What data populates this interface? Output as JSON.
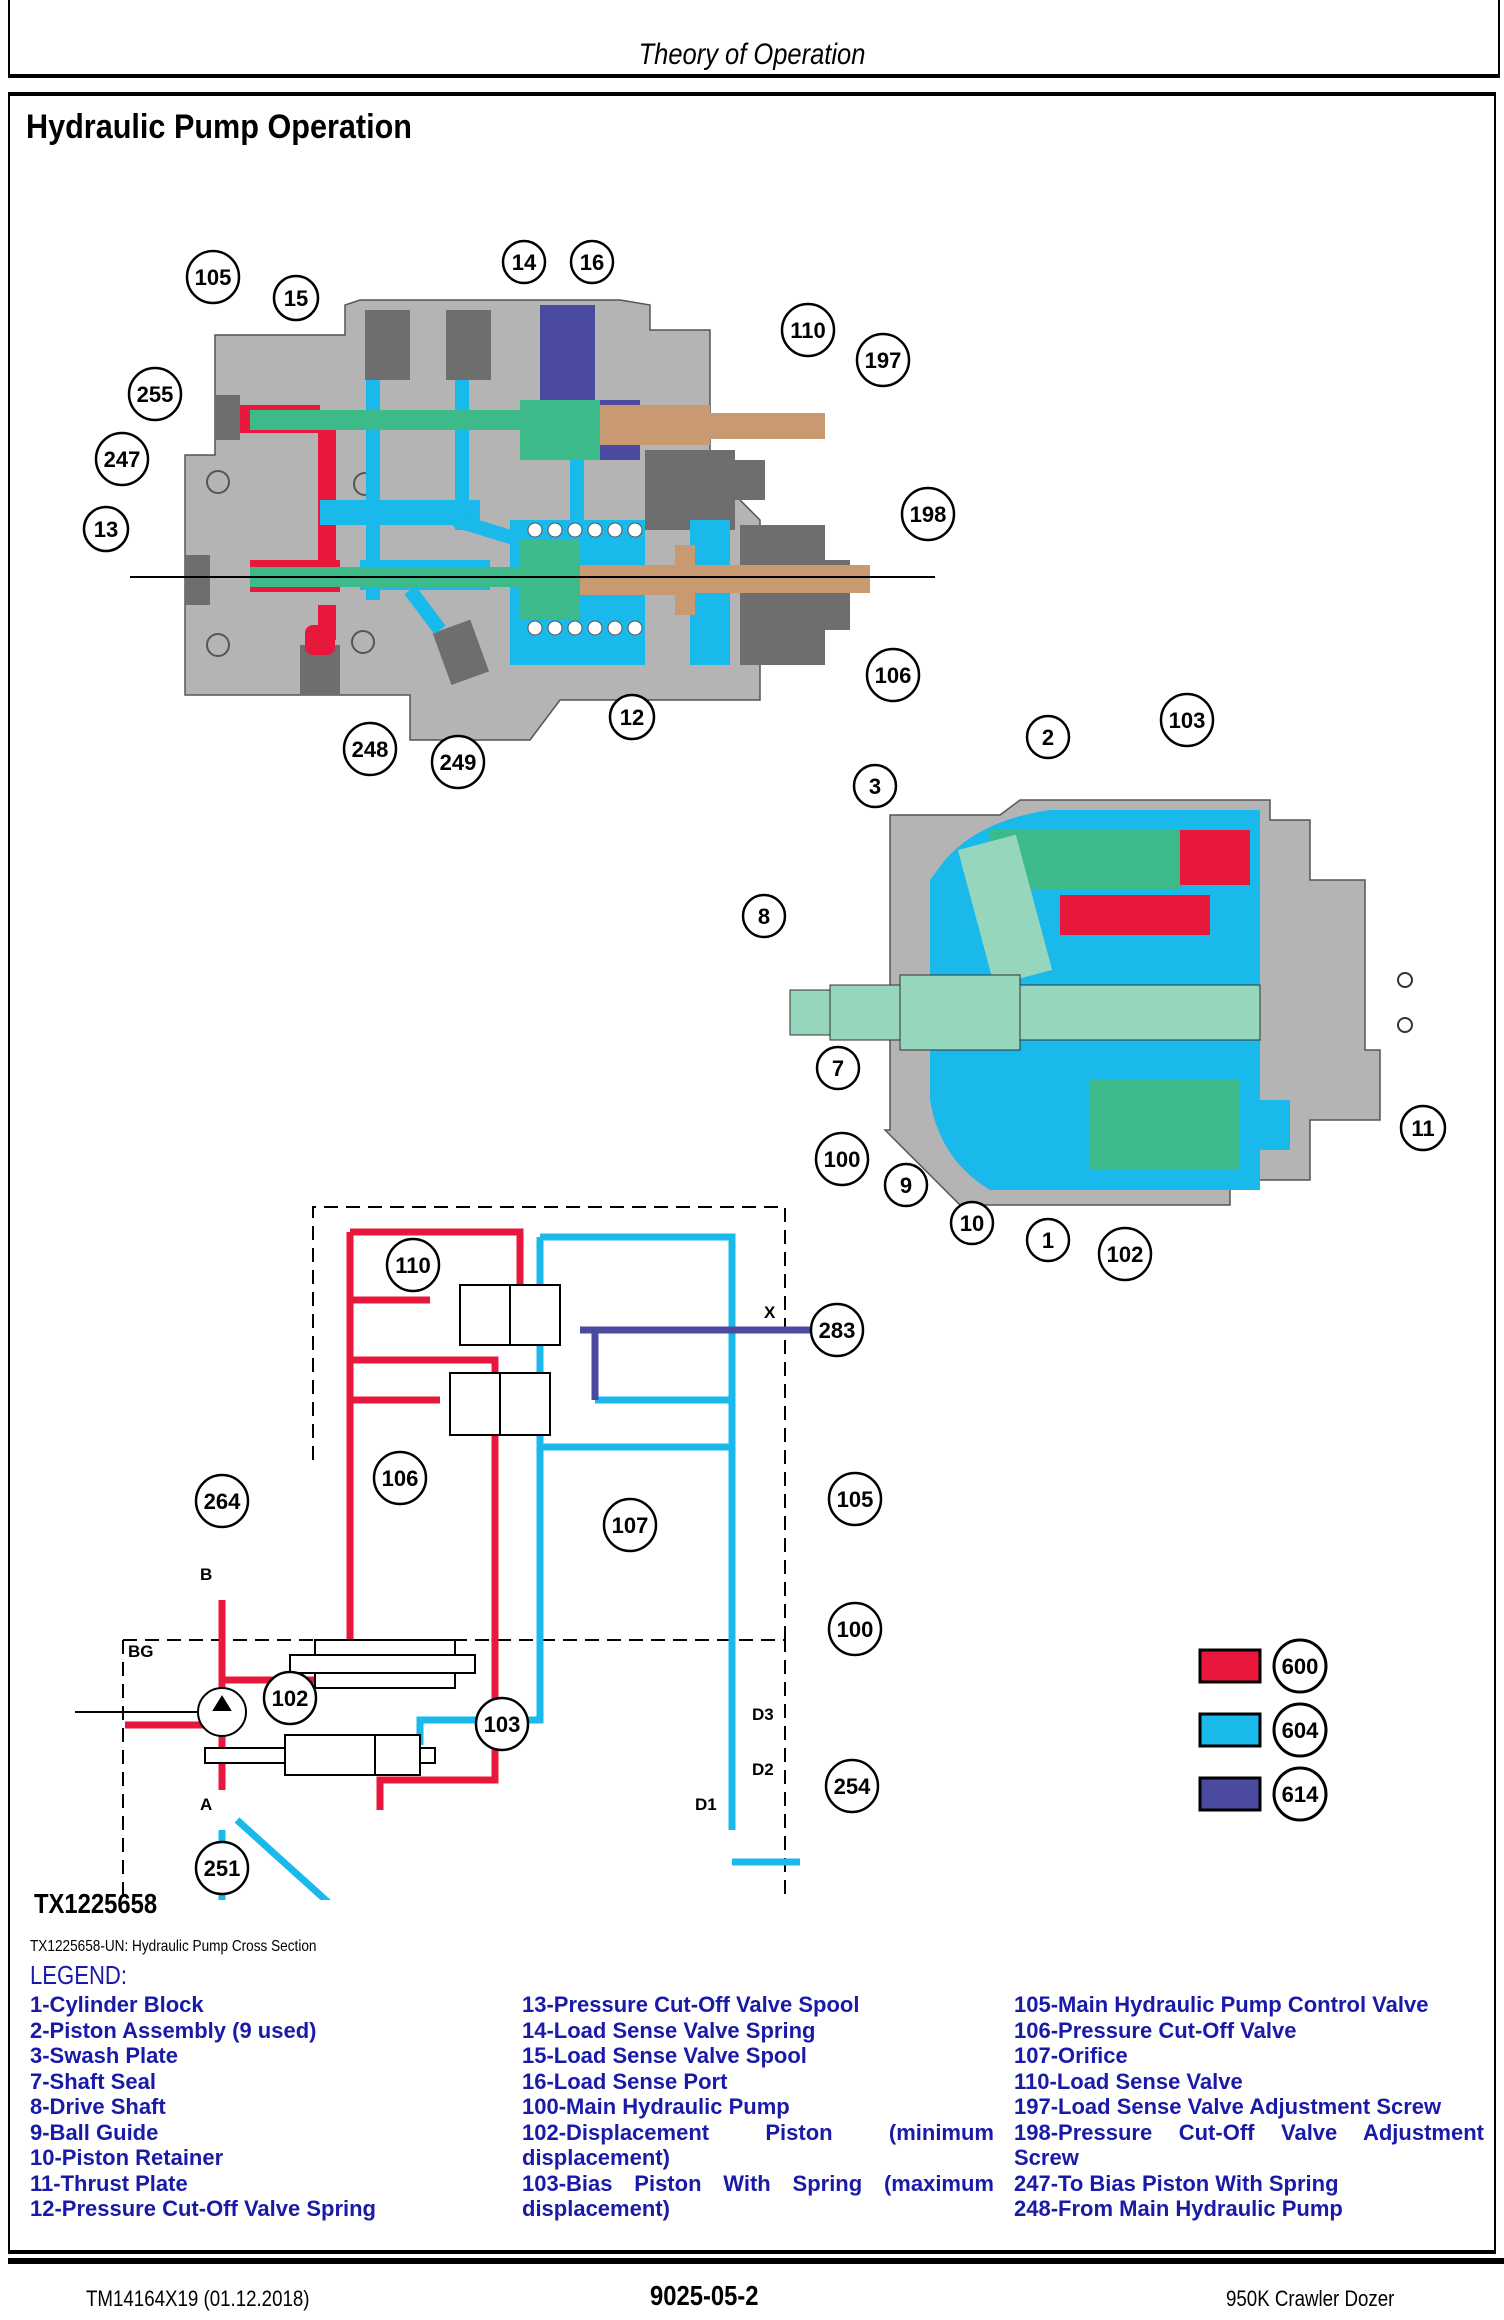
{
  "header": {
    "title": "Theory of Operation"
  },
  "section": {
    "title": "Hydraulic Pump Operation"
  },
  "colors": {
    "pressure_red": "#e8183c",
    "return_cyan": "#1ab9ec",
    "load_sense_purple": "#4a4aa0",
    "housing_gray": "#b4b4b4",
    "dark_gray": "#6e6e6e",
    "spool_green": "#3cba8a",
    "light_green": "#96d6bc",
    "tan": "#c99a72",
    "legend_blue": "#1a1aa8"
  },
  "valve_callouts": [
    "105",
    "15",
    "14",
    "16",
    "110",
    "197",
    "255",
    "247",
    "13",
    "198",
    "106",
    "12",
    "248",
    "249"
  ],
  "pump_callouts": [
    "3",
    "2",
    "103",
    "8",
    "7",
    "100",
    "9",
    "10",
    "1",
    "102",
    "11"
  ],
  "schematic": {
    "callouts": [
      "110",
      "106",
      "264",
      "107",
      "105",
      "283",
      "100",
      "102",
      "103",
      "254",
      "251"
    ],
    "port_labels": {
      "x": "X",
      "b": "B",
      "bg": "BG",
      "a": "A",
      "d1": "D1",
      "d2": "D2",
      "d3": "D3"
    }
  },
  "color_legend": [
    {
      "code": "600",
      "color": "#e8183c"
    },
    {
      "code": "604",
      "color": "#1ab9ec"
    },
    {
      "code": "614",
      "color": "#4a4aa0"
    }
  ],
  "figure_id": "TX1225658",
  "caption": "TX1225658-UN: Hydraulic Pump Cross Section",
  "legend": {
    "heading": "LEGEND:",
    "col1": [
      "1-Cylinder Block",
      "2-Piston Assembly (9 used)",
      "3-Swash Plate",
      "7-Shaft Seal",
      "8-Drive Shaft",
      "9-Ball Guide",
      "10-Piston Retainer",
      "11-Thrust Plate",
      "12-Pressure Cut-Off Valve Spring"
    ],
    "col2": [
      "13-Pressure Cut-Off Valve Spool",
      "14-Load Sense Valve Spring",
      "15-Load Sense Valve Spool",
      "16-Load Sense Port",
      "100-Main Hydraulic Pump",
      "102-Displacement Piston (minimum displacement)",
      "103-Bias Piston With Spring (maximum displacement)"
    ],
    "col3": [
      "105-Main Hydraulic Pump Control Valve",
      "106-Pressure Cut-Off Valve",
      "107-Orifice",
      "110-Load Sense Valve",
      "197-Load Sense Valve Adjustment Screw",
      "198-Pressure Cut-Off Valve Adjustment Screw",
      "247-To Bias Piston With Spring",
      "248-From Main Hydraulic Pump"
    ]
  },
  "footer": {
    "doc": "TM14164X19 (01.12.2018)",
    "page": "9025-05-2",
    "model": "950K Crawler Dozer"
  }
}
